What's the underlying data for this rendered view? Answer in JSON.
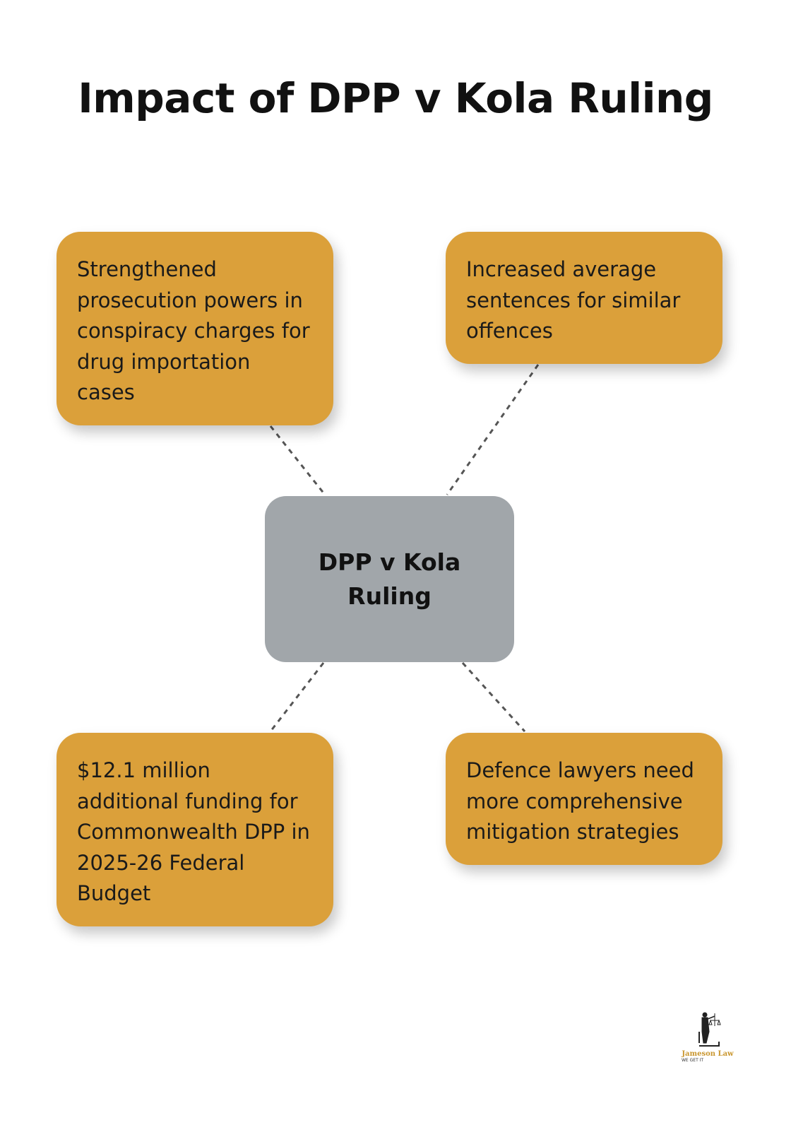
{
  "title": "Impact of DPP v Kola Ruling",
  "center": "DPP v Kola Ruling",
  "boxes": {
    "top_left": "Strengthened prosecution powers in conspiracy charges for drug importation cases",
    "top_right": "Increased average sentences for similar offences",
    "bottom_left": "$12.1 million additional funding for Commonwealth DPP in 2025-26 Federal Budget",
    "bottom_right": "Defence lawyers need more comprehensive mitigation strategies"
  },
  "logo": {
    "name": "Jameson Law",
    "tagline": "WE GET IT"
  },
  "colors": {
    "box": "#DBA03A",
    "center": "#A1A6AA"
  }
}
